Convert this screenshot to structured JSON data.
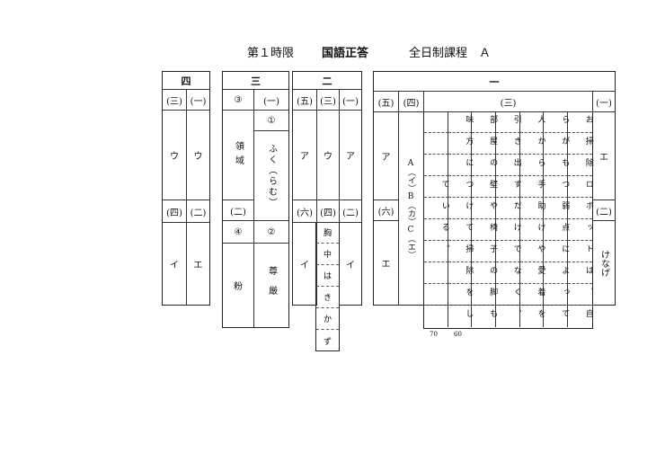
{
  "title": {
    "period": "第１時限",
    "subject": "国語正答",
    "course": "全日制課程　Ａ"
  },
  "q4": {
    "header": "四",
    "sub": [
      "(三)",
      "(一)",
      "(四)",
      "(二)"
    ],
    "answers": [
      "ウ",
      "ウ",
      "イ",
      "エ"
    ]
  },
  "q3": {
    "header": "三",
    "labels": [
      "③",
      "(一)",
      "①",
      "(二)",
      "④",
      "②"
    ],
    "answers": {
      "s3": "領域",
      "s1": "ふく︵らむ︶",
      "s4": "粉",
      "s2": "尊厳"
    }
  },
  "q2": {
    "header": "二",
    "sub": [
      "(五)",
      "(三)",
      "(一)",
      "(六)",
      "(四)",
      "(二)"
    ],
    "answers": [
      "ア",
      "ウ",
      "ア",
      "イ",
      "イ"
    ],
    "q4_chars": [
      "胸",
      "中",
      "は",
      "き",
      "か",
      "ず"
    ]
  },
  "q1": {
    "header": "一",
    "sub": [
      "(五)",
      "(四)",
      "(三)",
      "(一)",
      "(六)",
      "(二)"
    ],
    "answers": {
      "q5": "ア",
      "q4": "A︵イ︶B︵カ︶C︵エ︶",
      "q1": "エ",
      "q6": "エ",
      "q2": "けなげ"
    },
    "q3_columns": [
      "お掃除ロボットは、自",
      "らがもつ弱点によって",
      "人から手助けや愛着を",
      "引き出すだけでなく、",
      "部屋の壁や椅子の脚も",
      "味方につけて掃除をし",
      "ている。"
    ],
    "counts": [
      "70",
      "60"
    ]
  }
}
